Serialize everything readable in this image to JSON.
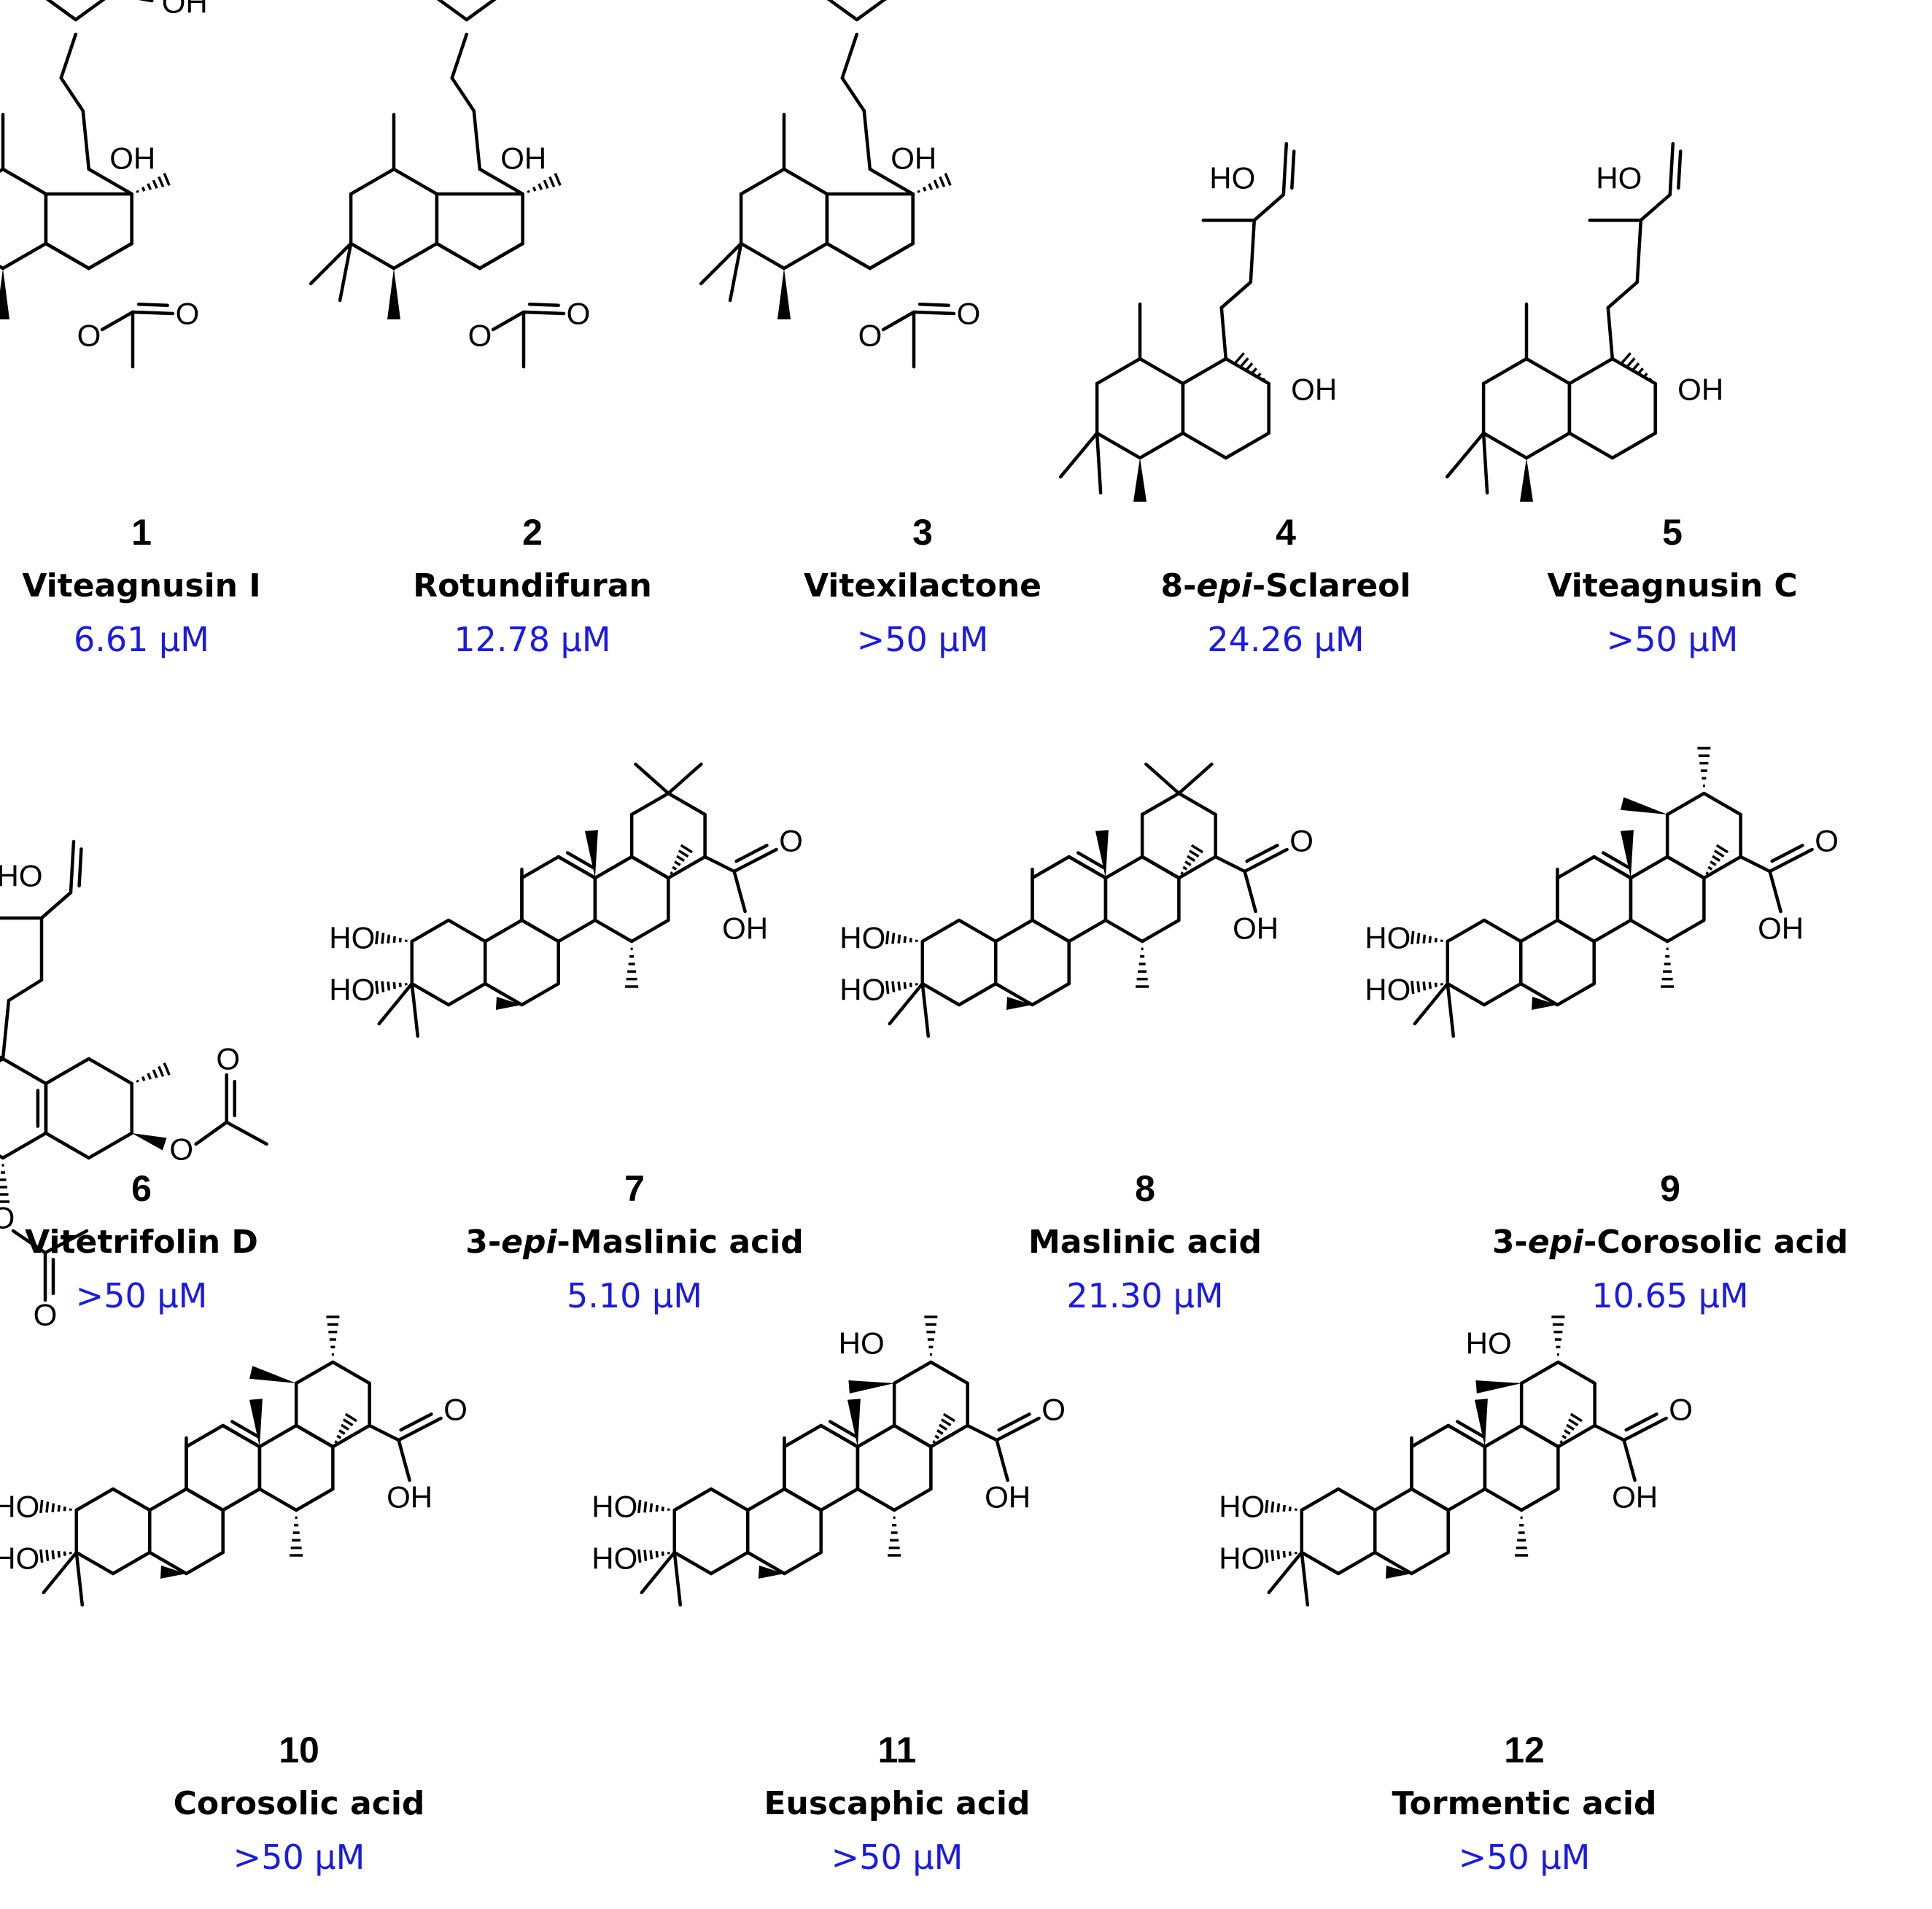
{
  "figure": {
    "value_color": "#1a1ae6",
    "compounds": [
      {
        "number": "1",
        "name_parts": [
          {
            "text": "Viteagnusin I",
            "italic": false
          }
        ],
        "ic50": "6.61 μM",
        "scaffold": "labdane-hydroxybutenolide"
      },
      {
        "number": "2",
        "name_parts": [
          {
            "text": "Rotundifuran",
            "italic": false
          }
        ],
        "ic50": "12.78 μM",
        "scaffold": "labdane-furan"
      },
      {
        "number": "3",
        "name_parts": [
          {
            "text": "Vitexilactone",
            "italic": false
          }
        ],
        "ic50": ">50 μM",
        "scaffold": "labdane-butenolide"
      },
      {
        "number": "4",
        "name_parts": [
          {
            "text": "8-",
            "italic": false
          },
          {
            "text": "epi",
            "italic": true
          },
          {
            "text": "-Sclareol",
            "italic": false
          }
        ],
        "ic50": "24.26 μM",
        "scaffold": "sclareol"
      },
      {
        "number": "5",
        "name_parts": [
          {
            "text": "Viteagnusin C",
            "italic": false
          }
        ],
        "ic50": ">50 μM",
        "scaffold": "sclareol"
      },
      {
        "number": "6",
        "name_parts": [
          {
            "text": "Vitetrifolin D",
            "italic": false
          }
        ],
        "ic50": ">50 μM",
        "scaffold": "diacetoxy-labdene"
      },
      {
        "number": "7",
        "name_parts": [
          {
            "text": "3-",
            "italic": false
          },
          {
            "text": "epi",
            "italic": true
          },
          {
            "text": "-Maslinic acid",
            "italic": false
          }
        ],
        "ic50": "5.10 μM",
        "scaffold": "oleanane"
      },
      {
        "number": "8",
        "name_parts": [
          {
            "text": "Maslinic acid",
            "italic": false
          }
        ],
        "ic50": "21.30 μM",
        "scaffold": "oleanane"
      },
      {
        "number": "9",
        "name_parts": [
          {
            "text": "3-",
            "italic": false
          },
          {
            "text": "epi",
            "italic": true
          },
          {
            "text": "-Corosolic acid",
            "italic": false
          }
        ],
        "ic50": "10.65 μM",
        "scaffold": "ursane"
      },
      {
        "number": "10",
        "name_parts": [
          {
            "text": "Corosolic acid",
            "italic": false
          }
        ],
        "ic50": ">50 μM",
        "scaffold": "ursane"
      },
      {
        "number": "11",
        "name_parts": [
          {
            "text": "Euscaphic acid",
            "italic": false
          }
        ],
        "ic50": ">50 μM",
        "scaffold": "ursane-19-hydroxy"
      },
      {
        "number": "12",
        "name_parts": [
          {
            "text": "Tormentic acid",
            "italic": false
          }
        ],
        "ic50": ">50 μM",
        "scaffold": "ursane-19-hydroxy"
      }
    ],
    "atom_labels": {
      "hydroxyl": "OH",
      "hydroxyl_left": "HO",
      "oxygen": "O"
    }
  }
}
